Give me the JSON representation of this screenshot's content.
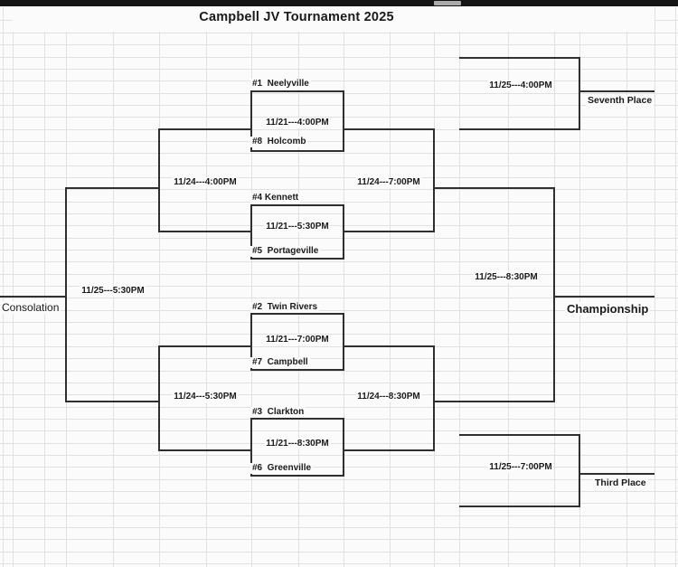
{
  "title": "Campbell JV Tournament 2025",
  "colors": {
    "background": "#fbfbfb",
    "grid_line": "#e1e1e1",
    "bracket_line": "#2f2f2f",
    "text": "#1a1a1a",
    "top_bar": "#141414",
    "scrollbar_thumb": "#ababab"
  },
  "bracket": {
    "round1": [
      {
        "top_team": "#1  Neelyville",
        "time": "11/21---4:00PM",
        "bottom_team": "#8  Holcomb"
      },
      {
        "top_team": "#4 Kennett",
        "time": "11/21---5:30PM",
        "bottom_team": "#5  Portageville"
      },
      {
        "top_team": "#2  Twin Rivers",
        "time": "11/21---7:00PM",
        "bottom_team": "#7  Campbell"
      },
      {
        "top_team": "#3  Clarkton",
        "time": "11/21---8:30PM",
        "bottom_team": "#6  Greenville"
      }
    ],
    "round2": {
      "consolation_semi_top": "11/24---4:00PM",
      "consolation_semi_bottom": "11/24---5:30PM",
      "winners_semi_top": "11/24---7:00PM",
      "winners_semi_bottom": "11/24---8:30PM"
    },
    "finals": {
      "seventh_place": {
        "time": "11/25---4:00PM",
        "label": "Seventh Place"
      },
      "consolation": {
        "time": "11/25---5:30PM",
        "label": "Consolation"
      },
      "championship": {
        "time": "11/25---8:30PM",
        "label": "Championship"
      },
      "third_place": {
        "time": "11/25---7:00PM",
        "label": "Third Place"
      }
    }
  }
}
